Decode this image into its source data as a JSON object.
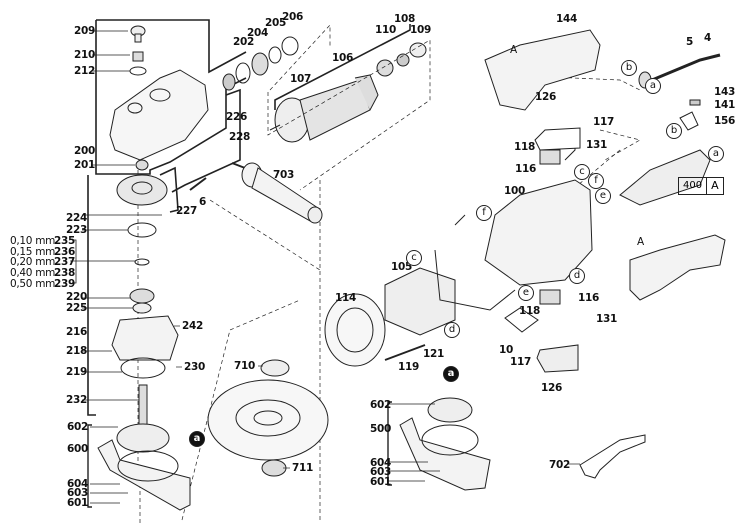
{
  "diagram": {
    "title": "Angle grinder exploded parts diagram",
    "labels": {
      "p209": "209",
      "p210": "210",
      "p212": "212",
      "p200": "200",
      "p201": "201",
      "p202": "202",
      "p204": "204",
      "p205": "205",
      "p206": "206",
      "p226": "226",
      "p228": "228",
      "p106": "106",
      "p107": "107",
      "p108": "108",
      "p109": "109",
      "p110": "110",
      "p144": "144",
      "pA1": "A",
      "p5": "5",
      "p4": "4",
      "p143": "143",
      "p141": "141",
      "p156": "156",
      "p126a": "126",
      "p117a": "117",
      "p118a": "118",
      "p131a": "131",
      "p116a": "116",
      "p400": "400",
      "pA400": "A",
      "p227": "227",
      "p6": "6",
      "p703": "703",
      "p224": "224",
      "p223": "223",
      "p235": "235",
      "p236": "236",
      "p237": "237",
      "p238": "238",
      "p239": "239",
      "s235": "0,10 mm",
      "s236": "0,15 mm",
      "s237": "0,20 mm",
      "s238": "0,40 mm",
      "s239": "0,50 mm",
      "p220": "220",
      "p225": "225",
      "p216": "216",
      "p218": "218",
      "p242": "242",
      "p230": "230",
      "p219": "219",
      "p232": "232",
      "p100": "100",
      "p105": "105",
      "p114": "114",
      "p119": "119",
      "p121": "121",
      "p10": "10",
      "p116b": "116",
      "p118b": "118",
      "p131b": "131",
      "p117b": "117",
      "p126b": "126",
      "pA2": "A",
      "p710": "710",
      "p711": "711",
      "p602a": "602",
      "p600": "600",
      "p604a": "604",
      "p603a": "603",
      "p601a": "601",
      "p602b": "602",
      "p500": "500",
      "p604b": "604",
      "p603b": "603",
      "p601b": "601",
      "p702": "702"
    },
    "connectors": {
      "a": "a",
      "b": "b",
      "c": "c",
      "d": "d",
      "e": "e",
      "f": "f"
    }
  }
}
